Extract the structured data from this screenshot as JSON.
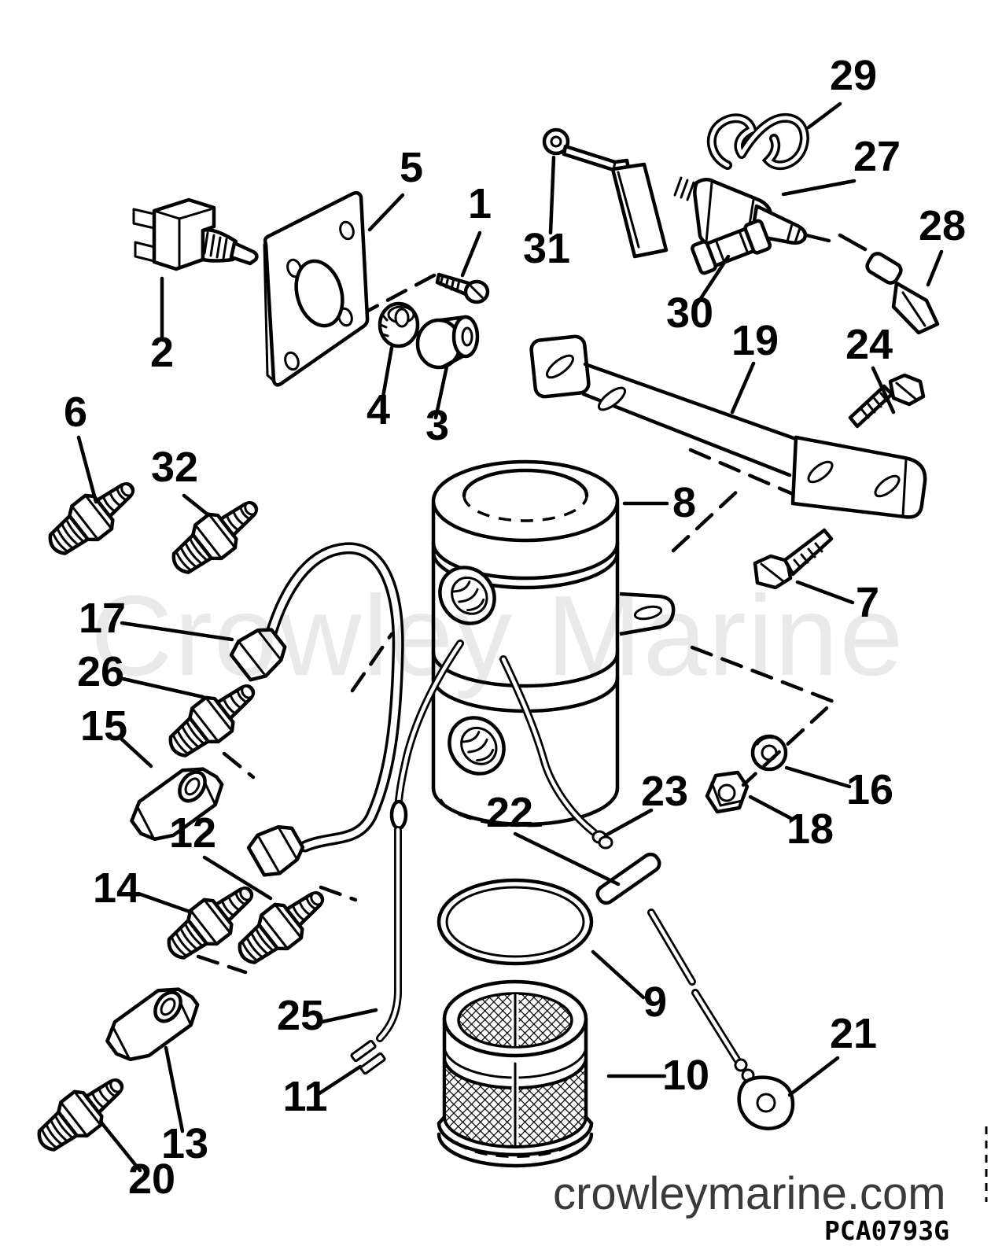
{
  "watermark": "Crowley Marine",
  "footer": {
    "site": "crowleymarine.com",
    "code": "PCA0793G"
  },
  "callouts": {
    "p1": "1",
    "p2": "2",
    "p3": "3",
    "p4": "4",
    "p5": "5",
    "p6": "6",
    "p7": "7",
    "p8": "8",
    "p9": "9",
    "p10": "10",
    "p11": "11",
    "p12": "12",
    "p13": "13",
    "p14": "14",
    "p15": "15",
    "p16": "16",
    "p17": "17",
    "p18": "18",
    "p19": "19",
    "p20": "20",
    "p21": "21",
    "p22": "22",
    "p23": "23",
    "p24": "24",
    "p25": "25",
    "p26": "26",
    "p27": "27",
    "p28": "28",
    "p29": "29",
    "p30": "30",
    "p31": "31",
    "p32": "32"
  },
  "palette": {
    "ink": "#000000",
    "watermark_gray": "#e9e9e9",
    "footer_gray": "#3a3a3a",
    "paper": "#ffffff"
  }
}
